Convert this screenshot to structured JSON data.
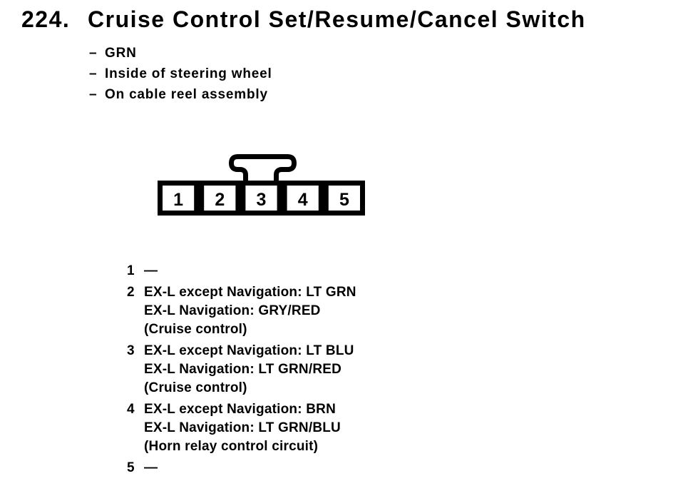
{
  "page": {
    "number": "224.",
    "title": "Cruise Control Set/Resume/Cancel Switch"
  },
  "detail_prefix": "–",
  "details": [
    "GRN",
    "Inside of steering wheel",
    "On cable reel assembly"
  ],
  "connector": {
    "pins": [
      "1",
      "2",
      "3",
      "4",
      "5"
    ]
  },
  "pinout": [
    {
      "pin": "1",
      "lines": [
        "—"
      ]
    },
    {
      "pin": "2",
      "lines": [
        "EX-L except Navigation: LT GRN",
        "EX-L Navigation: GRY/RED",
        "(Cruise control)"
      ]
    },
    {
      "pin": "3",
      "lines": [
        "EX-L except Navigation: LT BLU",
        "EX-L Navigation: LT GRN/RED",
        "(Cruise control)"
      ]
    },
    {
      "pin": "4",
      "lines": [
        "EX-L except Navigation: BRN",
        "EX-L Navigation: LT GRN/BLU",
        "(Horn relay control circuit)"
      ]
    },
    {
      "pin": "5",
      "lines": [
        "—"
      ]
    }
  ],
  "colors": {
    "ink": "#000000",
    "paper": "#ffffff"
  }
}
